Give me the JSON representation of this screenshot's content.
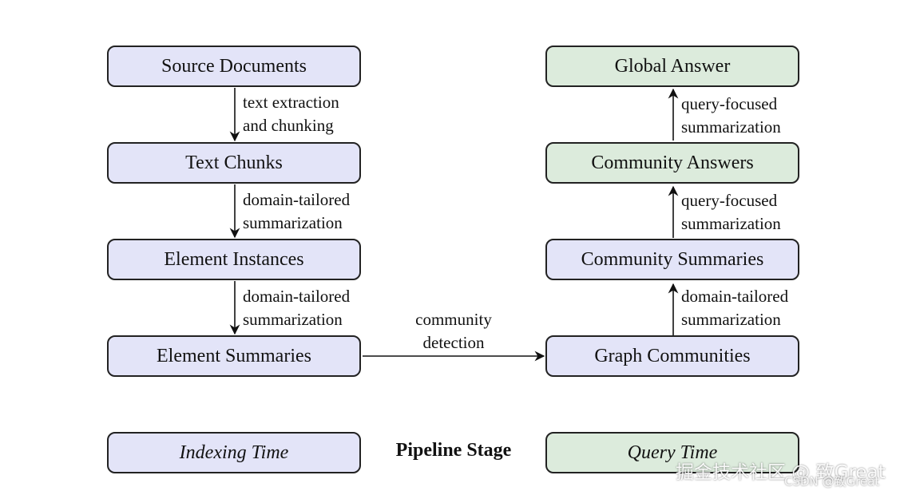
{
  "left": {
    "source_documents": "Source Documents",
    "text_chunks": "Text Chunks",
    "element_instances": "Element Instances",
    "element_summaries": "Element Summaries",
    "edge1_line1": "text extraction",
    "edge1_line2": "and chunking",
    "edge2_line1": "domain-tailored",
    "edge2_line2": "summarization",
    "edge3_line1": "domain-tailored",
    "edge3_line2": "summarization"
  },
  "right": {
    "global_answer": "Global Answer",
    "community_answers": "Community Answers",
    "community_summaries": "Community Summaries",
    "graph_communities": "Graph Communities",
    "edge1_line1": "query-focused",
    "edge1_line2": "summarization",
    "edge2_line1": "query-focused",
    "edge2_line2": "summarization",
    "edge3_line1": "domain-tailored",
    "edge3_line2": "summarization"
  },
  "cross": {
    "line1": "community",
    "line2": "detection"
  },
  "legend": {
    "indexing_time": "Indexing Time",
    "pipeline_stage": "Pipeline Stage",
    "query_time": "Query Time"
  },
  "watermark": {
    "main": "掘金技术社区 @ 致Great",
    "sub": "CSDN @致Great"
  },
  "colors": {
    "indexing_fill": "#e3e4f8",
    "query_fill": "#dcebdc",
    "stroke": "#222222"
  }
}
